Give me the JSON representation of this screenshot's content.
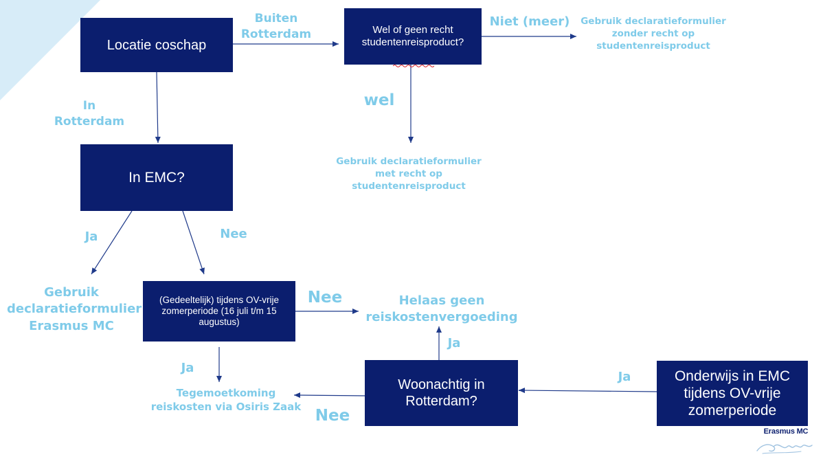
{
  "boxes": {
    "locatie": "Locatie coschap",
    "recht": "Wel of geen recht studentenreisproduct?",
    "emc": "In EMC?",
    "ov_vrij": "(Gedeeltelijk) tijdens OV-vrije zomerperiode (16 juli t/m 15 augustus)",
    "woonachtig": "Woonachtig in Rotterdam?",
    "onderwijs": "Onderwijs in EMC tijdens OV-vrije zomerperiode"
  },
  "edge_labels": {
    "buiten": "Buiten Rotterdam",
    "niet_meer": "Niet (meer)",
    "wel": "wel",
    "in_rotterdam": "In Rotterdam",
    "ja_emc": "Ja",
    "nee_emc": "Nee",
    "nee_ov": "Nee",
    "ja_ov": "Ja",
    "ja_woon": "Ja",
    "nee_woon": "Nee",
    "ja_onderwijs": "Ja"
  },
  "outcomes": {
    "zonder_recht": "Gebruik declaratieformulier zonder recht op studentenreisproduct",
    "met_recht": "Gebruik declaratieformulier met recht op studentenreisproduct",
    "erasmus": "Gebruik declaratieformulier Erasmus MC",
    "geen": "Helaas geen reiskostenvergoeding",
    "osiris": "Tegemoetkoming reiskosten via Osiris Zaak"
  },
  "logo": {
    "text": "Erasmus MC",
    "signature": "Erasmus"
  },
  "colors": {
    "box": "#0b1e6e",
    "label": "#7fcbe9",
    "arrow": "#1f3a8a",
    "corner": "#d7ecf8"
  }
}
